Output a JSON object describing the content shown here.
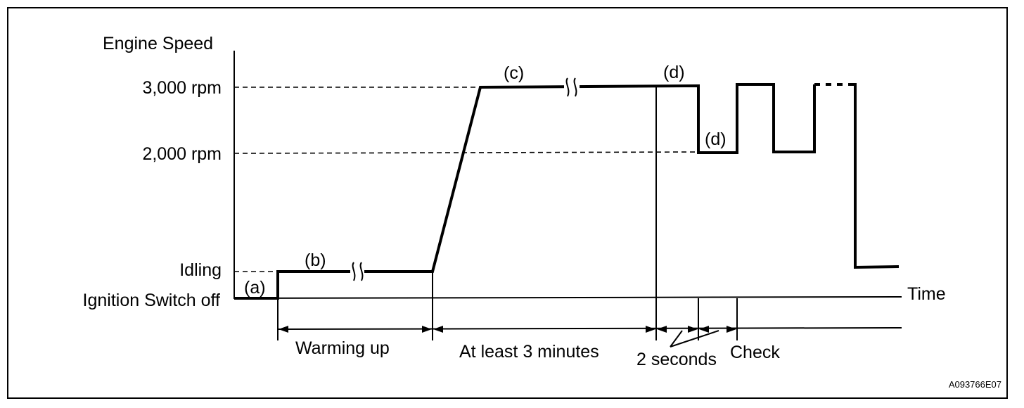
{
  "labels": {
    "y_axis_title": "Engine Speed",
    "x_axis_title": "Time",
    "rpm_3000": "3,000 rpm",
    "rpm_2000": "2,000 rpm",
    "idling": "Idling",
    "ignition_off": "Ignition Switch off",
    "step_a": "(a)",
    "step_b": "(b)",
    "step_c": "(c)",
    "step_d_high": "(d)",
    "step_d_low": "(d)",
    "warming_up": "Warming up",
    "at_least_3_min": "At least 3 minutes",
    "two_seconds": "2 seconds",
    "check": "Check",
    "figure_code": "A093766E07"
  },
  "style": {
    "line_color": "#000000",
    "background": "#ffffff"
  }
}
